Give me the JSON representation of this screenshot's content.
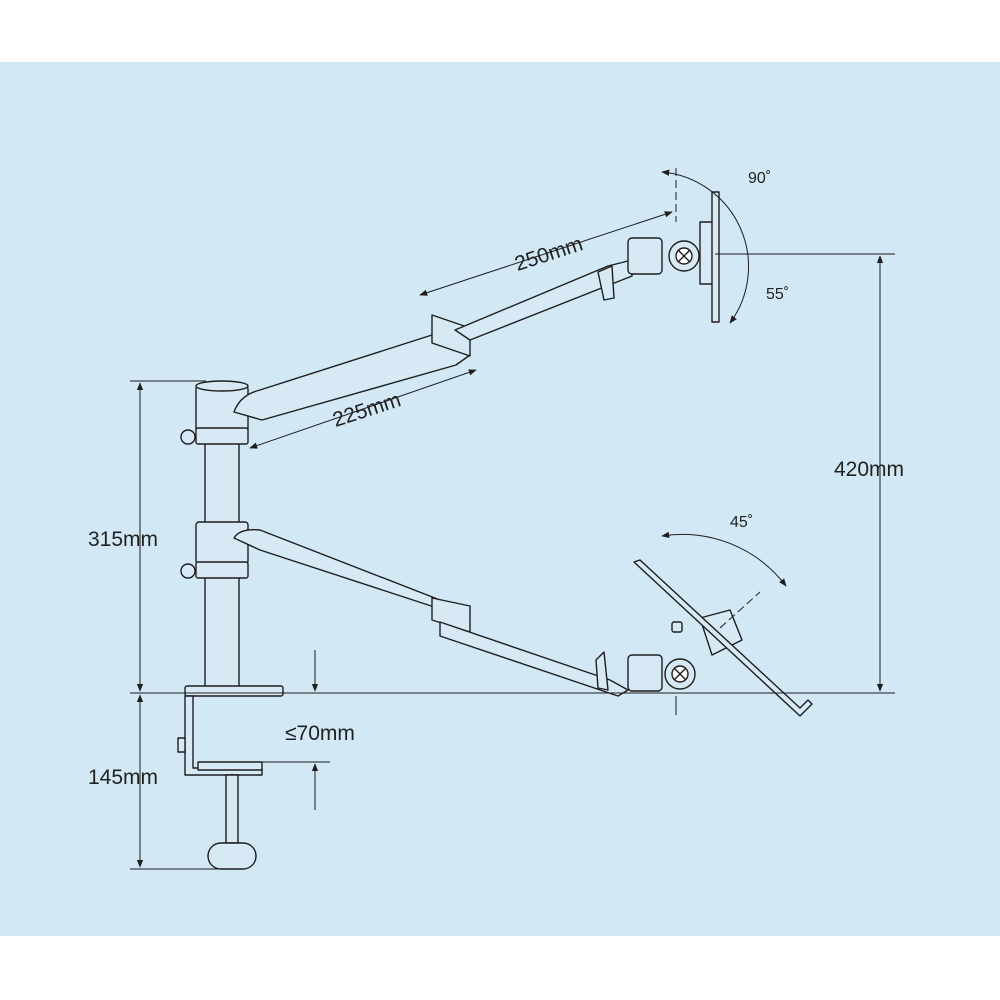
{
  "dimensions": {
    "upper_arm_length": "250mm",
    "lower_arm_length": "225mm",
    "height_total": "420mm",
    "pole_height": "315mm",
    "clamp_height": "145mm",
    "desk_thickness": "≤70mm"
  },
  "angles": {
    "monitor_tilt_up": "90˚",
    "monitor_tilt_down": "55˚",
    "laptop_tray_tilt": "45˚"
  },
  "colors": {
    "background": "#d2e8f4",
    "line": "#1e1e1e",
    "fill": "#d6e9f4"
  }
}
